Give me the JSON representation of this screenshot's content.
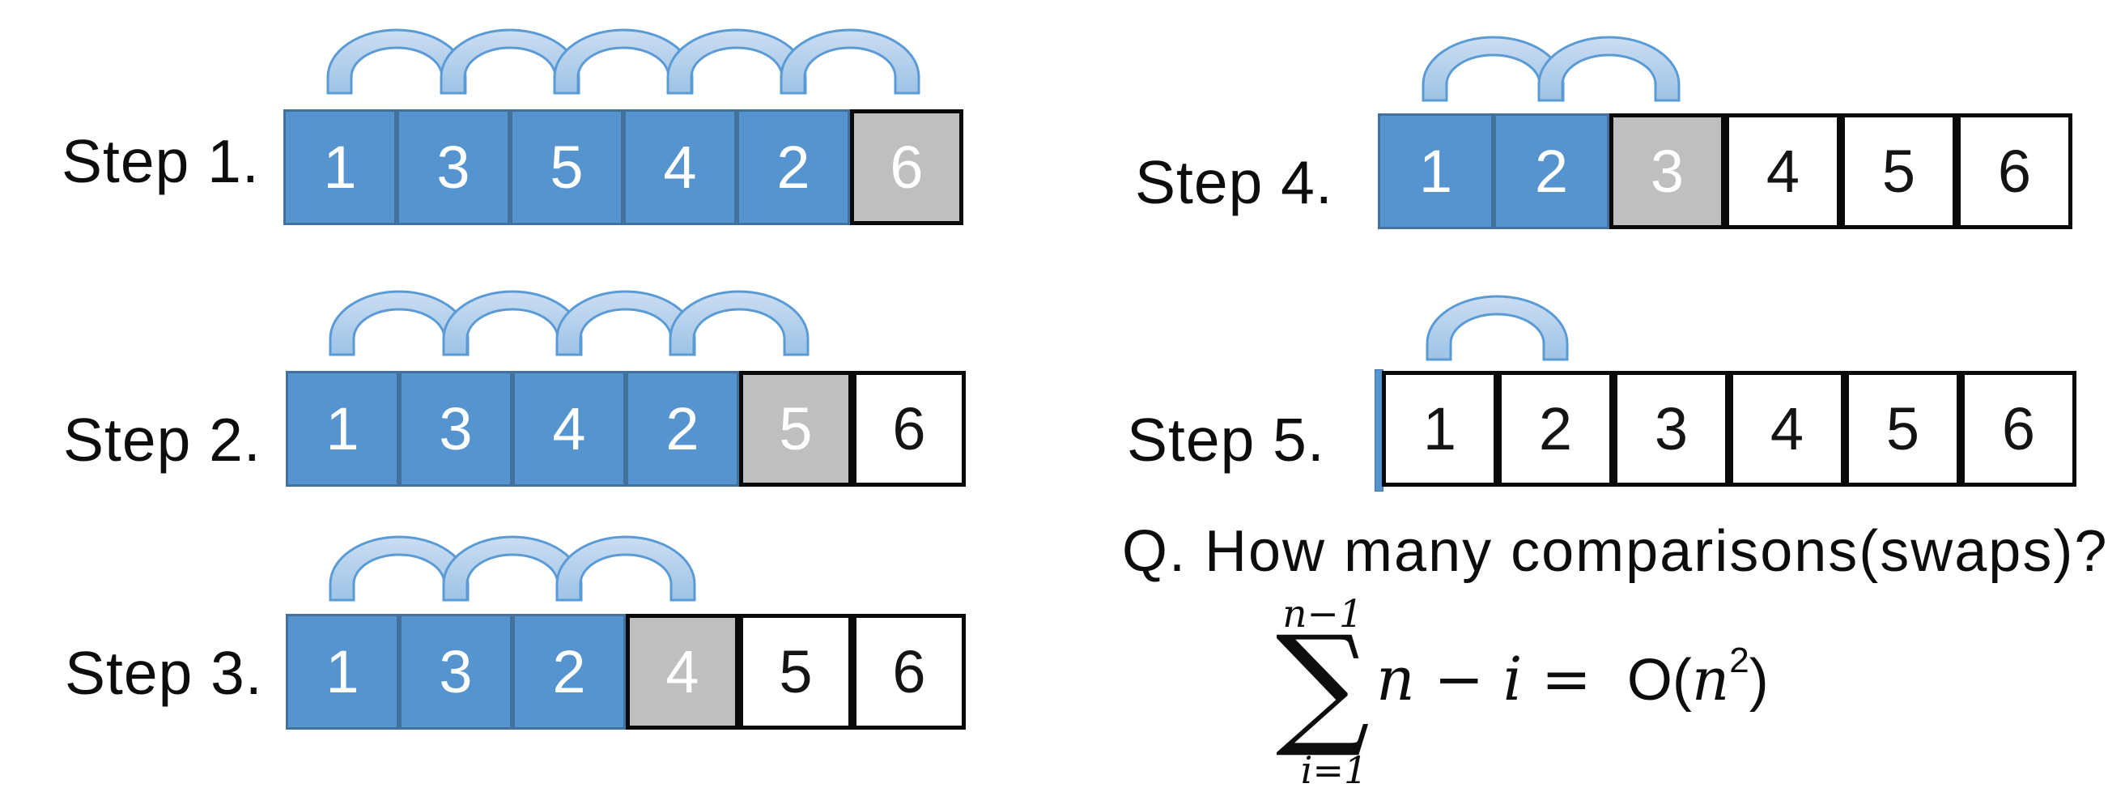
{
  "colors": {
    "cell_blue": "#5694D0",
    "cell_blue_border": "#41719C",
    "cell_gray": "#BFBFBF",
    "cell_white": "#FFFFFF",
    "cell_border_black": "#0A0A0A",
    "arc_fill_top": "#CBDDF2",
    "arc_fill_bottom": "#9DC3E6",
    "arc_stroke": "#5B9BD5",
    "text_dark": "#0D0D0D",
    "text_light": "#FFFFFF"
  },
  "steps": [
    {
      "label": "Step 1.",
      "arc_count": 5,
      "cells": [
        {
          "value": "1",
          "state": "blue"
        },
        {
          "value": "3",
          "state": "blue"
        },
        {
          "value": "5",
          "state": "blue"
        },
        {
          "value": "4",
          "state": "blue"
        },
        {
          "value": "2",
          "state": "blue"
        },
        {
          "value": "6",
          "state": "gray"
        }
      ]
    },
    {
      "label": "Step 2.",
      "arc_count": 4,
      "cells": [
        {
          "value": "1",
          "state": "blue"
        },
        {
          "value": "3",
          "state": "blue"
        },
        {
          "value": "4",
          "state": "blue"
        },
        {
          "value": "2",
          "state": "blue"
        },
        {
          "value": "5",
          "state": "gray"
        },
        {
          "value": "6",
          "state": "white"
        }
      ]
    },
    {
      "label": "Step 3.",
      "arc_count": 3,
      "cells": [
        {
          "value": "1",
          "state": "blue"
        },
        {
          "value": "3",
          "state": "blue"
        },
        {
          "value": "2",
          "state": "blue"
        },
        {
          "value": "4",
          "state": "gray"
        },
        {
          "value": "5",
          "state": "white"
        },
        {
          "value": "6",
          "state": "white"
        }
      ]
    },
    {
      "label": "Step 4.",
      "arc_count": 2,
      "cells": [
        {
          "value": "1",
          "state": "blue"
        },
        {
          "value": "2",
          "state": "blue"
        },
        {
          "value": "3",
          "state": "gray"
        },
        {
          "value": "4",
          "state": "white"
        },
        {
          "value": "5",
          "state": "white"
        },
        {
          "value": "6",
          "state": "white"
        }
      ]
    },
    {
      "label": "Step 5.",
      "arc_count": 1,
      "cells": [
        {
          "value": "1",
          "state": "white"
        },
        {
          "value": "2",
          "state": "white"
        },
        {
          "value": "3",
          "state": "white"
        },
        {
          "value": "4",
          "state": "white"
        },
        {
          "value": "5",
          "state": "white"
        },
        {
          "value": "6",
          "state": "white"
        }
      ]
    }
  ],
  "question": "Q. How many comparisons(swaps)?",
  "formula": {
    "upper_limit": "n−1",
    "sigma": "∑",
    "lower_limit": "i=1",
    "expression": "n − i =",
    "result_prefix": "O(",
    "result_base": "n",
    "result_exponent": "2",
    "result_suffix": ")"
  }
}
